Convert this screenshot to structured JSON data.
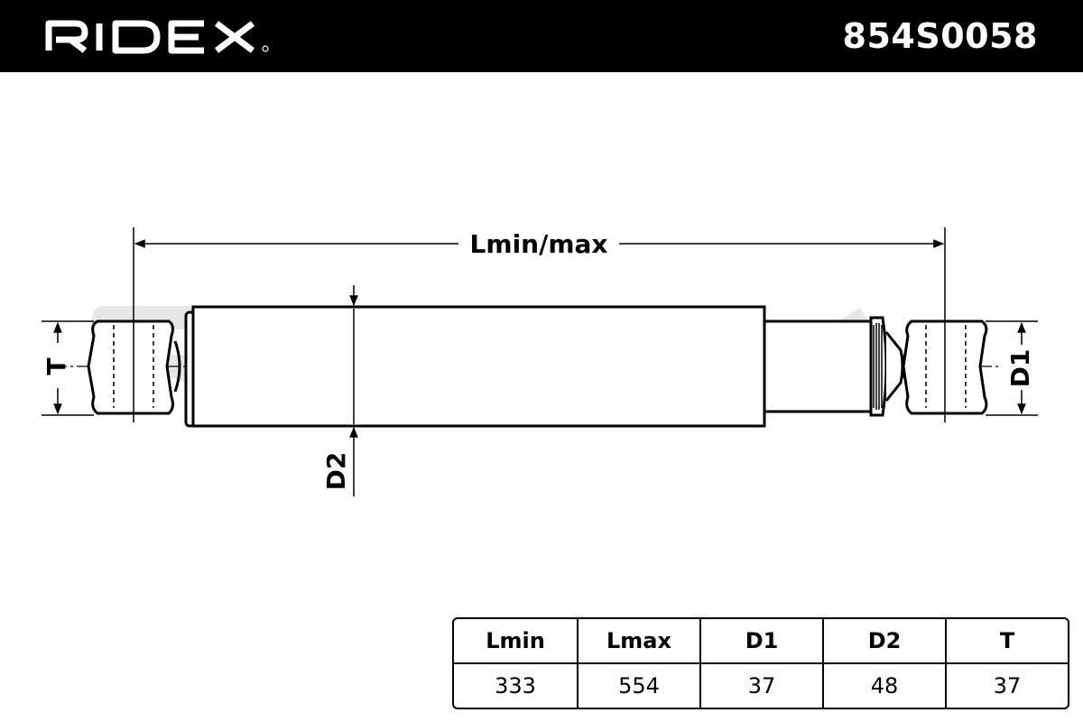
{
  "header": {
    "brand": "RIDEX",
    "part_number": "854S0058",
    "background_color": "#000000",
    "text_color": "#ffffff"
  },
  "drawing": {
    "labels": {
      "length": "Lmin/max",
      "tube_diameter": "D2",
      "eye_diameter": "D1",
      "eye_width": "T"
    },
    "watermark": "RIDEX"
  },
  "spec_table": {
    "columns": [
      "Lmin",
      "Lmax",
      "D1",
      "D2",
      "T"
    ],
    "values": [
      "333",
      "554",
      "37",
      "48",
      "37"
    ]
  }
}
